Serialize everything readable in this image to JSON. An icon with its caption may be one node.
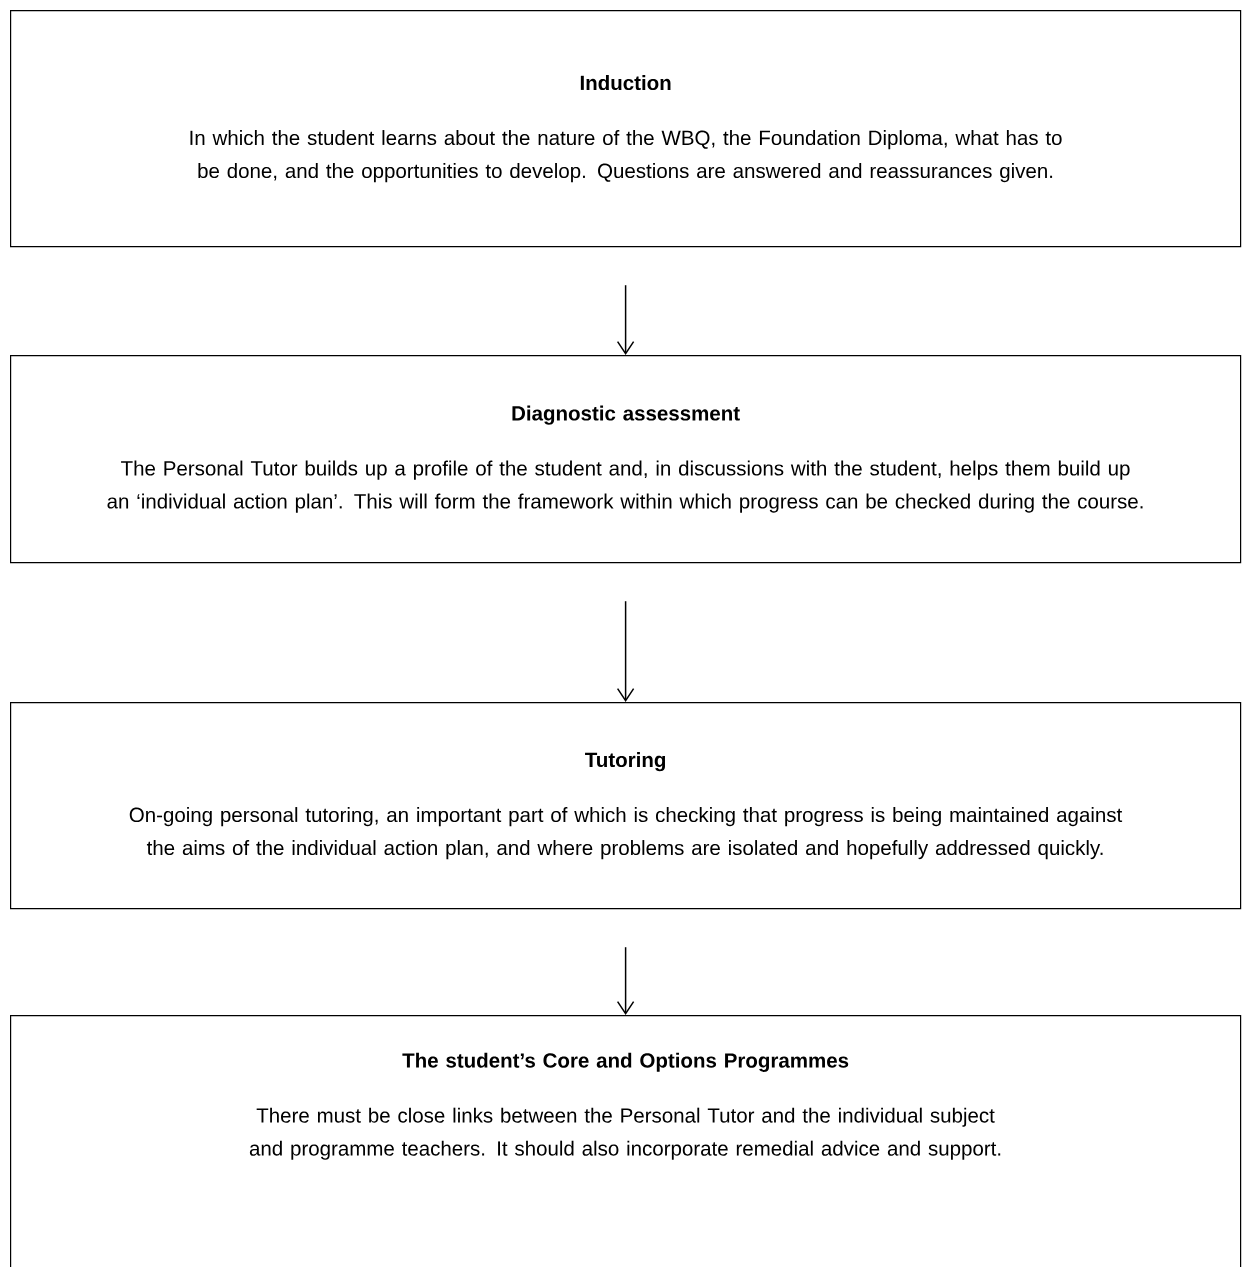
{
  "diagram": {
    "nodes": [
      {
        "text": [
          "Induction",
          "In which the student learns about the nature of the WBQ, the Foundation Diploma, what has to be done, and the opportunities to develop.  Questions are answered and reassurances given."
        ]
      },
      {
        "text": [
          "Diagnostic assessment",
          "The Personal Tutor builds up a profile of the student and, in discussions with the student, helps them build up an ‘individual action plan’.  This will form the framework within which progress can be checked during the course."
        ]
      },
      {
        "text": [
          "Tutoring",
          "On-going personal tutoring, an important part of which is checking that progress is being maintained against the aims of the individual action plan, and where problems are isolated and hopefully addressed quickly."
        ]
      },
      {
        "text": [
          "The student’s Core and Options Programmes",
          "There must be close links between the Personal Tutor and the individual subject and programme teachers.  It should also incorporate remedial advice and support."
        ]
      }
    ],
    "edges": [
      {
        "from": 0,
        "to": 1,
        "arrow": "to"
      },
      {
        "from": 1,
        "to": 2,
        "arrow": "to"
      },
      {
        "from": 2,
        "to": 3,
        "arrow": "to"
      }
    ]
  }
}
